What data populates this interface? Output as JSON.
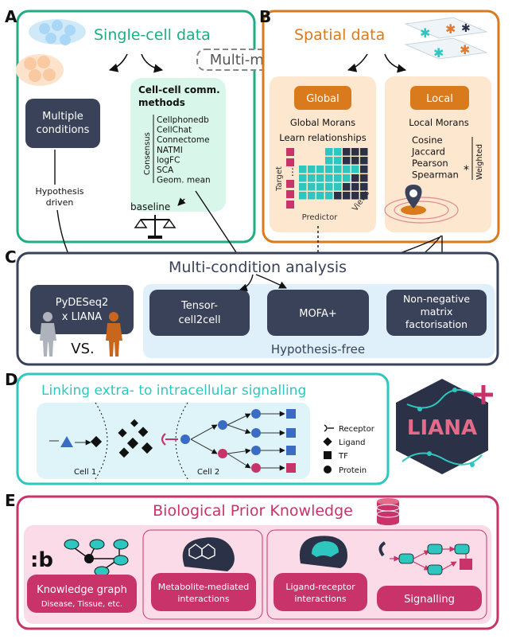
{
  "colors": {
    "green": "#1fae84",
    "orange": "#d97a1d",
    "navy": "#3a4259",
    "teal": "#2ec7c0",
    "magenta": "#c8336a",
    "dark_box": "#3a4259",
    "mint_fill": "#d8f7ea",
    "peach_fill": "#fde7cf",
    "light_blue": "#dff0fb",
    "pink_fill": "#fbdbe8",
    "square_teal": "#2ec7c0",
    "square_navy": "#2b3147",
    "square_magenta": "#c8336a"
  },
  "icons": {
    "cells": "cell-cluster-icon",
    "spatial": "spatial-layers-icon",
    "scale": "balance-scale-icon",
    "map_pin": "map-pin-icon",
    "database": "database-stack-icon",
    "liana_logo": "liana-hexagon-logo"
  },
  "panel_a": {
    "letter": "A",
    "title": "Single-cell data",
    "multiple_conditions": [
      "Multiple",
      "conditions"
    ],
    "hypothesis": [
      "Hypothesis",
      "driven"
    ],
    "methods_title": [
      "Cell-cell comm.",
      "methods"
    ],
    "consensus_label": "Consensus",
    "methods": [
      "Cellphonedb",
      "CellChat",
      "Connectome",
      "NATMI",
      "logFC",
      "SCA",
      "Geom. mean"
    ],
    "baseline": "baseline"
  },
  "multimodal": "Multi-modal",
  "panel_b": {
    "letter": "B",
    "title": "Spatial data",
    "global": {
      "button": "Global",
      "morans": "Global Morans",
      "learn": "Learn relationships",
      "target": "Target",
      "predictor": "Predictor",
      "views": "Views"
    },
    "local": {
      "button": "Local",
      "morans": "Local Morans",
      "metrics": [
        "Cosine",
        "Jaccard",
        "Pearson",
        "Spearman"
      ],
      "asterisk": "*",
      "weighted": "Weighted"
    }
  },
  "panel_c": {
    "letter": "C",
    "title": "Multi-condition analysis",
    "pydeseq": [
      "PyDESeq2",
      "x LIANA"
    ],
    "vs": "VS.",
    "tensor": [
      "Tensor-",
      "cell2cell"
    ],
    "mofa": "MOFA+",
    "nmf": [
      "Non-negative",
      "matrix",
      "factorisation"
    ],
    "hypothesis_free": "Hypothesis-free"
  },
  "panel_d": {
    "letter": "D",
    "title": "Linking extra- to intracellular signalling",
    "cell1": "Cell 1",
    "cell2": "Cell 2",
    "legend": [
      "Receptor",
      "Ligand",
      "TF",
      "Protein"
    ]
  },
  "liana": "LIANA",
  "panel_e": {
    "letter": "E",
    "title": "Biological Prior Knowledge",
    "kg": "Knowledge graph",
    "kg_sub": "Disease, Tissue, etc.",
    "metabolite": [
      "Metabolite-mediated",
      "interactions"
    ],
    "lr": [
      "Ligand-receptor",
      "interactions"
    ],
    "signalling": "Signalling"
  }
}
